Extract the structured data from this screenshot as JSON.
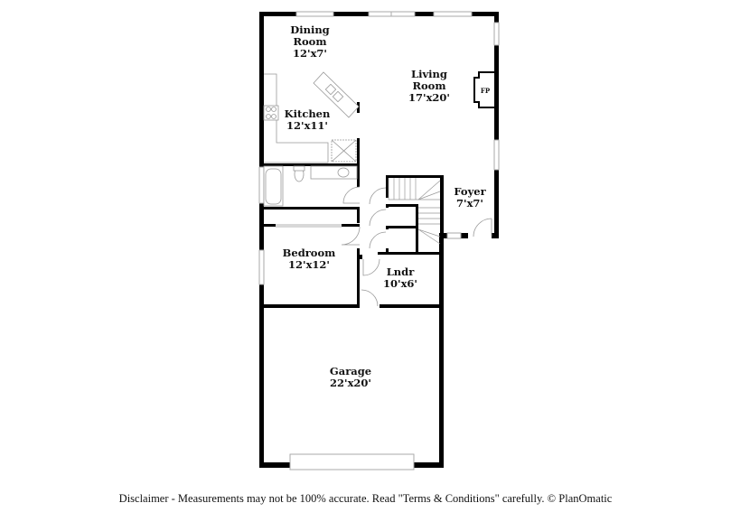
{
  "plan": {
    "rooms": [
      {
        "id": "dining",
        "name": "Dining",
        "name2": "Room",
        "size": "12'x7'"
      },
      {
        "id": "living",
        "name": "Living",
        "name2": "Room",
        "size": "17'x20'"
      },
      {
        "id": "kitchen",
        "name": "Kitchen",
        "size": "12'x11'"
      },
      {
        "id": "foyer",
        "name": "Foyer",
        "size": "7'x7'"
      },
      {
        "id": "bedroom",
        "name": "Bedroom",
        "size": "12'x12'"
      },
      {
        "id": "laundry",
        "name": "Lndr",
        "size": "10'x6'"
      },
      {
        "id": "garage",
        "name": "Garage",
        "size": "22'x20'"
      }
    ],
    "fireplace_label": "FP",
    "colors": {
      "wall": "#000000",
      "fixture": "#999999",
      "window": "#bbbbbb"
    }
  },
  "footer": {
    "disclaimer": "Disclaimer - Measurements may not be 100% accurate. Read \"Terms & Conditions\" carefully. © PlanOmatic"
  }
}
